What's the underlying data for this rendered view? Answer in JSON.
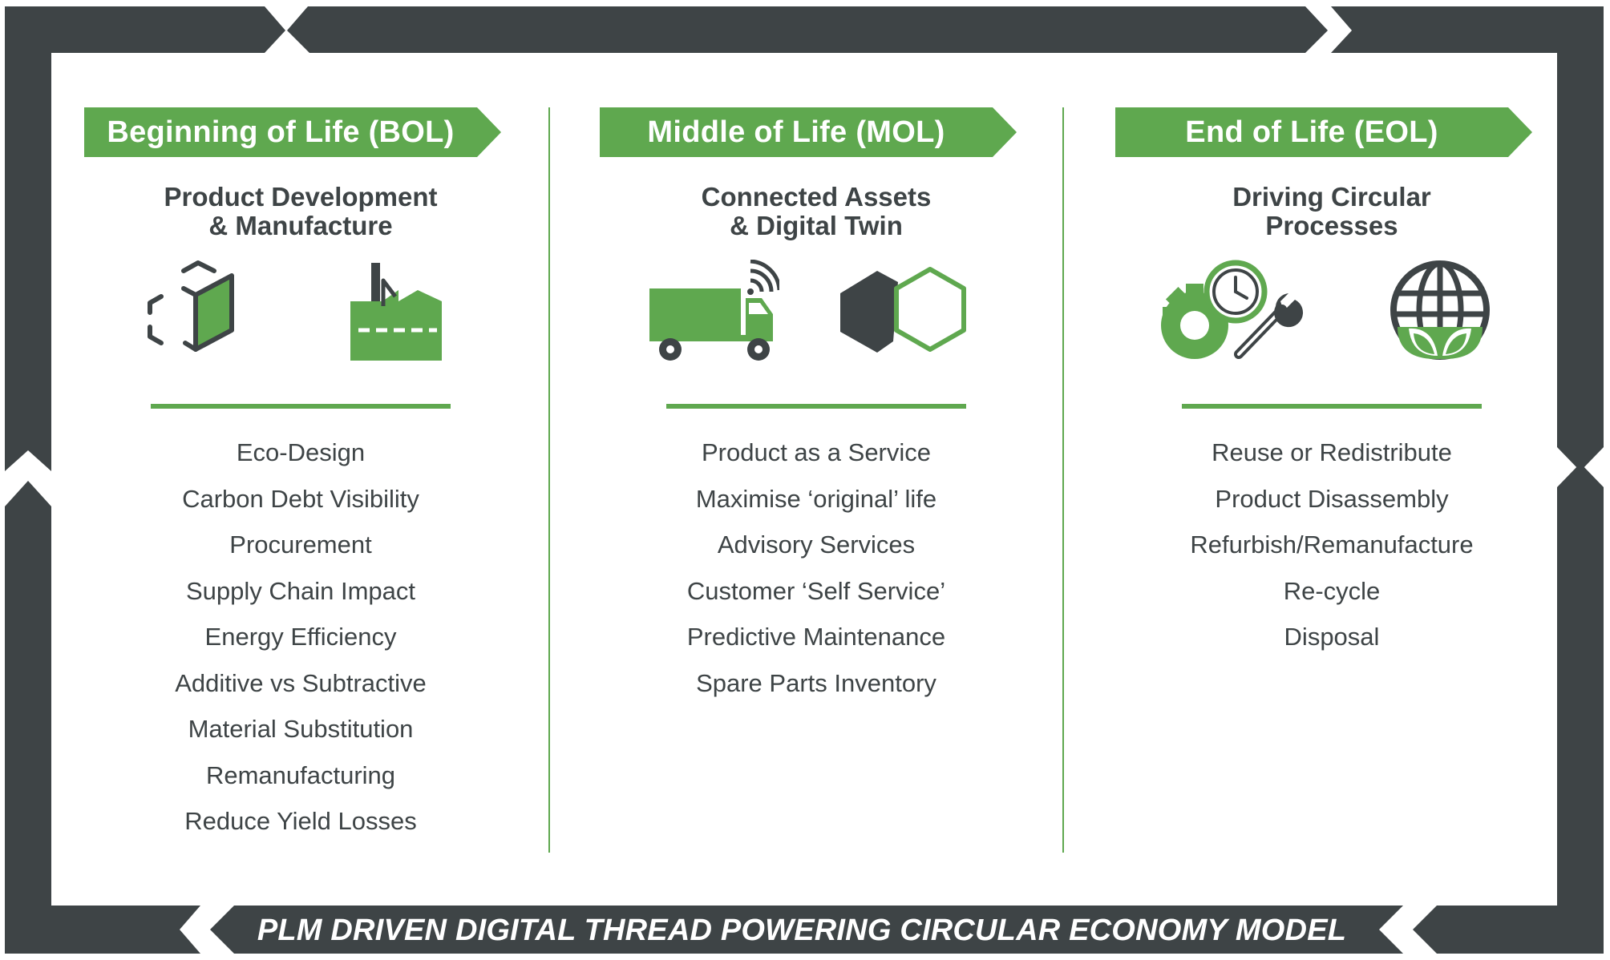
{
  "footer": {
    "title": "PLM DRIVEN DIGITAL THREAD POWERING CIRCULAR ECONOMY MODEL"
  },
  "colors": {
    "frame": "#3e4446",
    "accent_green": "#5fa84f",
    "text": "#3e4446",
    "background": "#ffffff"
  },
  "phases": [
    {
      "banner": "Beginning of Life (BOL)",
      "subtitle": [
        "Product Development",
        "& Manufacture"
      ],
      "icons": [
        "cube-icon",
        "factory-icon"
      ],
      "items": [
        "Eco-Design",
        "Carbon Debt Visibility",
        "Procurement",
        "Supply Chain Impact",
        "Energy Efficiency",
        "Additive vs Subtractive",
        "Material Substitution",
        "Remanufacturing",
        "Reduce Yield Losses"
      ]
    },
    {
      "banner": "Middle of Life (MOL)",
      "subtitle": [
        "Connected Assets",
        "& Digital Twin"
      ],
      "icons": [
        "connected-truck-icon",
        "digital-twin-hexagon-icon"
      ],
      "items": [
        "Product as a  Service",
        "Maximise ‘original’ life",
        "Advisory Services",
        "Customer ‘Self Service’",
        "Predictive Maintenance",
        "Spare Parts Inventory"
      ]
    },
    {
      "banner": "End of Life (EOL)",
      "subtitle": [
        "Driving Circular",
        "Processes"
      ],
      "icons": [
        "gear-clock-wrench-icon",
        "globe-leaf-icon"
      ],
      "items": [
        "Reuse or Redistribute",
        "Product Disassembly",
        "Refurbish/Remanufacture",
        "Re-cycle",
        "Disposal"
      ]
    }
  ]
}
